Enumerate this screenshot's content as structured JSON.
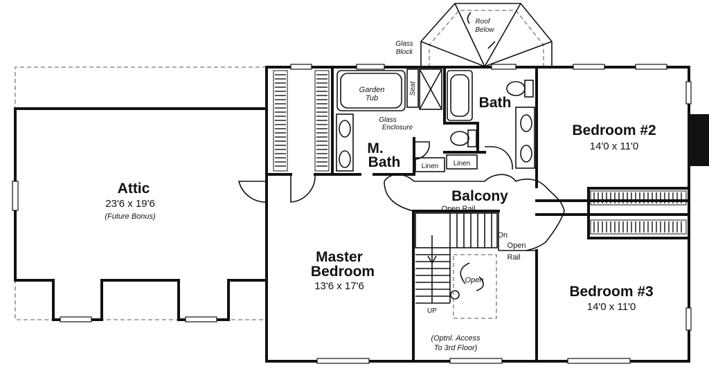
{
  "plan": {
    "rooms": {
      "attic": {
        "name": "Attic",
        "dims": "23'6 x 19'6",
        "note": "(Future Bonus)"
      },
      "master": {
        "name_line1": "Master",
        "name_line2": "Bedroom",
        "dims": "13'6 x 17'6"
      },
      "bedroom2": {
        "name": "Bedroom #2",
        "dims": "14'0 x 11'0"
      },
      "bedroom3": {
        "name": "Bedroom #3",
        "dims": "14'0 x 11'0"
      },
      "bath": {
        "name": "Bath"
      },
      "mbath": {
        "name_line1": "M.",
        "name_line2": "Bath"
      },
      "balcony": {
        "name": "Balcony"
      }
    },
    "labels": {
      "garden_tub_1": "Garden",
      "garden_tub_2": "Tub",
      "seat": "Seat",
      "glass_enclosure_1": "Glass",
      "glass_enclosure_2": "Enclosure",
      "glass_block_1": "Glass",
      "glass_block_2": "Block",
      "roof_below_1": "Roof",
      "roof_below_2": "Below",
      "linen_a": "Linen",
      "linen_b": "Linen",
      "open_rail_top": "Open Rail",
      "dn": "Dn",
      "open_rail_side_1": "Open",
      "open_rail_side_2": "Rail",
      "open": "Open",
      "up": "UP",
      "optnl_1": "(Optnl. Access",
      "optnl_2": "To 3rd Floor)"
    }
  }
}
